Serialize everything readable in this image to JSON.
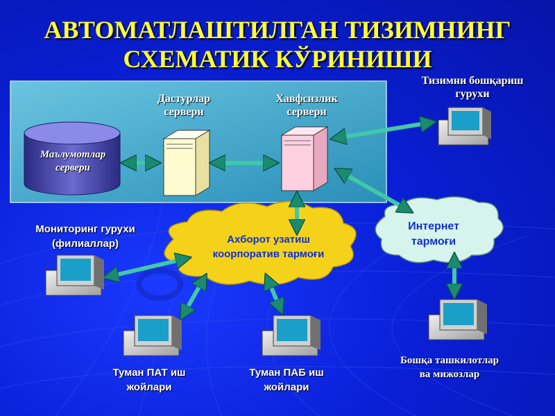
{
  "title": {
    "line1": "АВТОМАТЛАШТИЛГАН ТИЗИМНИНГ",
    "line2": "СХЕМАТИК КЎРИНИШИ"
  },
  "nodes": {
    "db_server": {
      "line1": "Маълумотлар",
      "line2": "сервери"
    },
    "program_server": {
      "line1": "Дастурлар",
      "line2": "сервери"
    },
    "security_server": {
      "line1": "Хавфсизлик",
      "line2": "сервери"
    },
    "admin_group": {
      "line1": "Тизимни бошқариш",
      "line2": "гурухи"
    },
    "monitoring_group": {
      "line1": "Мониторинг гурухи",
      "line2": "(филиаллар)"
    },
    "corporate_network": {
      "line1": "Ахборот узатиш",
      "line2": "коорпоратив тармоғи"
    },
    "internet": {
      "line1": "Интернет",
      "line2": "тармоғи"
    },
    "district_pat": {
      "line1": "Туман ПАТ иш",
      "line2": "жойлари"
    },
    "district_pab": {
      "line1": "Туман ПАБ иш",
      "line2": "жойлари"
    },
    "other_orgs": {
      "line1": "Бошқа ташкилотлар",
      "line2": "ва мижозлар"
    }
  },
  "colors": {
    "title": "#ffff33",
    "arrow": "#40c8a8",
    "cloud_yellow": "#f5d21a",
    "cloud_light": "#d6f4ec",
    "server_panel": "#5ab8d8",
    "db_cylinder": "#3a3aa0"
  }
}
